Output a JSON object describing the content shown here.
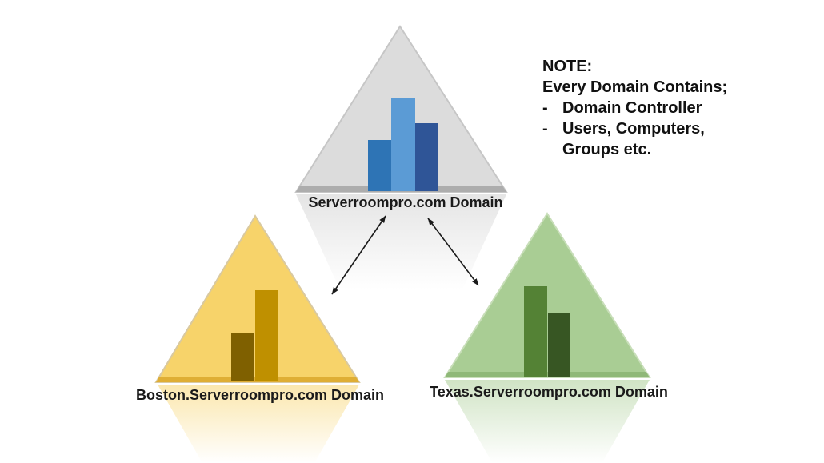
{
  "note": {
    "title": "NOTE:",
    "subtitle": "Every Domain Contains;",
    "dash": "-",
    "items": [
      "Domain Controller",
      "Users, Computers,"
    ],
    "item2_continuation": "Groups etc."
  },
  "domains": {
    "root": {
      "label": "Serverroompro.com Domain",
      "colors": {
        "fill": "#DCDCDC",
        "border": "#C6C6C6",
        "base_strip": "#ADADAD",
        "bars": [
          "#2E74B5",
          "#5B9BD5",
          "#2F5597"
        ]
      }
    },
    "boston": {
      "label": "Boston.Serverroompro.com Domain",
      "colors": {
        "fill": "#F7D36A",
        "border": "#D9C9A0",
        "base_strip": "#DFAE35",
        "bars": [
          "#7F6000",
          "#BF9000"
        ]
      }
    },
    "texas": {
      "label": "Texas.Serverroompro.com Domain",
      "colors": {
        "fill": "#A9CD94",
        "border": "#C8DEB9",
        "base_strip": "#8FB878",
        "bars": [
          "#548235",
          "#375623"
        ]
      }
    }
  },
  "arrows": {
    "color": "#1A1A1A"
  },
  "text_color": "#1A1A1A"
}
